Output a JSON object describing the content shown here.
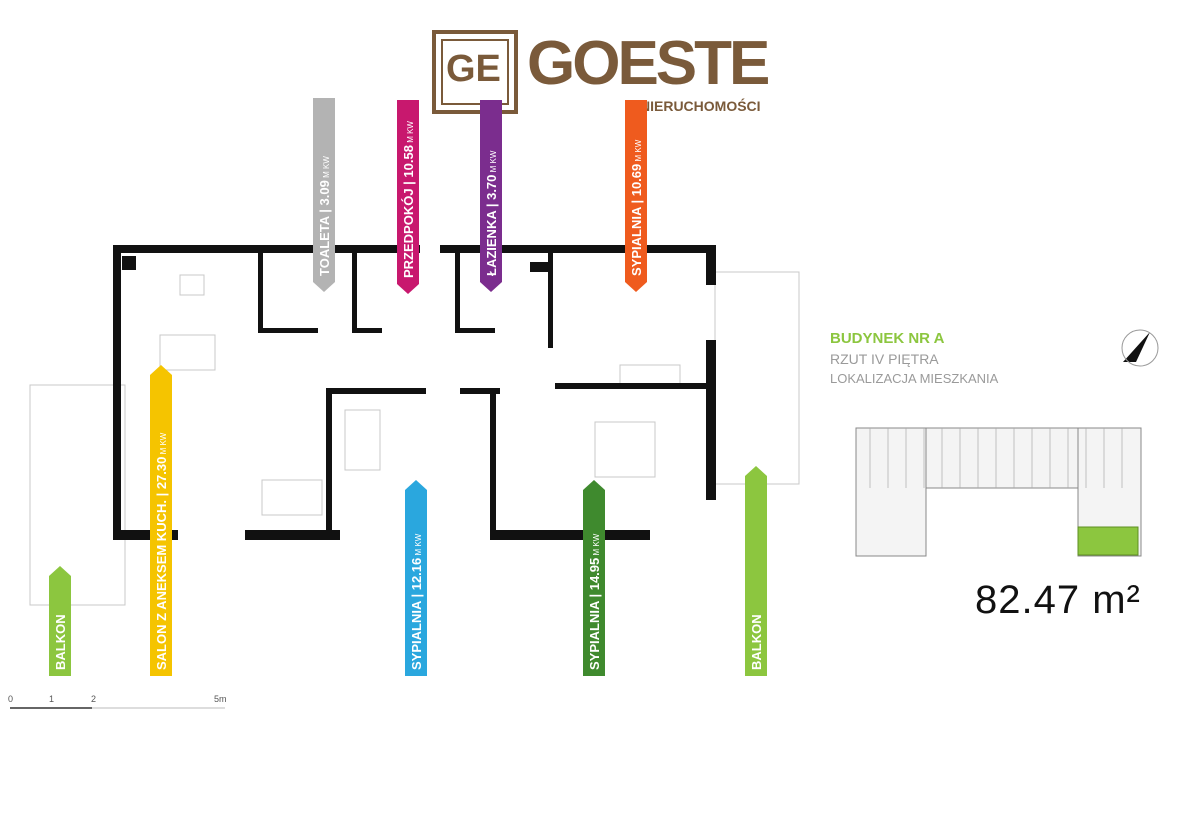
{
  "logo": {
    "monogram": "GE",
    "wordmark": "GOESTE",
    "sub": "NIERUCHOMOŚCI",
    "color": "#7a5a3a"
  },
  "building": {
    "name": "BUDYNEK NR A",
    "floor": "RZUT IV PIĘTRA",
    "location": "LOKALIZACJA MIESZKANIA",
    "name_color": "#8cc63f",
    "highlight_color": "#8cc63f"
  },
  "area": "82.47  m²",
  "rooms": [
    {
      "name": "TOALETA",
      "area": "3.09",
      "unit": "M KW",
      "color": "#b3b3b3",
      "dir": "down"
    },
    {
      "name": "PRZEDPOKÓJ",
      "area": "10.58",
      "unit": "M KW",
      "color": "#c8186e",
      "dir": "down"
    },
    {
      "name": "ŁAZIENKA",
      "area": "3.70",
      "unit": "M KW",
      "color": "#7b2d8e",
      "dir": "down"
    },
    {
      "name": "SYPIALNIA",
      "area": "10.69",
      "unit": "M KW",
      "color": "#ef5b1e",
      "dir": "down"
    },
    {
      "name": "BALKON",
      "area": "",
      "unit": "",
      "color": "#8cc63f",
      "dir": "up"
    },
    {
      "name": "SALON Z ANEKSEM KUCH.",
      "area": "27.30",
      "unit": "M KW",
      "color": "#f5c400",
      "dir": "up"
    },
    {
      "name": "SYPIALNIA",
      "area": "12.16",
      "unit": "M KW",
      "color": "#2aa7de",
      "dir": "up"
    },
    {
      "name": "SYPIALNIA",
      "area": "14.95",
      "unit": "M KW",
      "color": "#3f8a2e",
      "dir": "up"
    },
    {
      "name": "BALKON",
      "area": "",
      "unit": "",
      "color": "#8cc63f",
      "dir": "up"
    }
  ],
  "scale": {
    "ticks": [
      "0",
      "1",
      "2",
      "5m"
    ]
  }
}
